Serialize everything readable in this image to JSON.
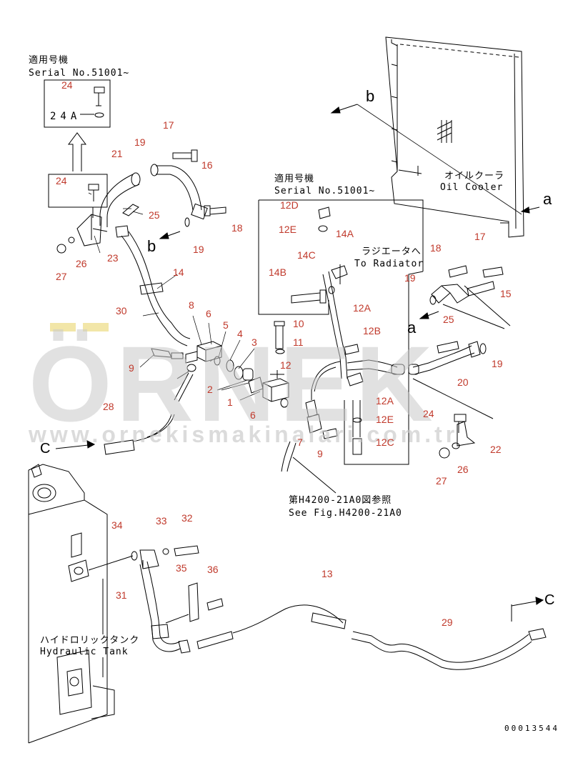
{
  "watermark": {
    "brand": "ÖRNEK",
    "url": "www.ornekismakinalari.com.tr"
  },
  "notes": {
    "applicable_jp": "適用号機",
    "serial": "Serial No.51001~",
    "oil_cooler_jp": "オイルクーラ",
    "oil_cooler": "Oil Cooler",
    "radiator_jp": "ラジエータへ",
    "radiator": "To Radiator",
    "see_fig_jp": "第H4200-21A0図参照",
    "see_fig": "See Fig.H4200-21A0",
    "tank_jp": "ハイドロリックタンク",
    "tank": "Hydraulic Tank",
    "drawing_no": "00013544",
    "inset_24A": "24A"
  },
  "view_markers": {
    "a": "a",
    "b": "b",
    "c": "C"
  },
  "part_labels": {
    "p24_inset": "24",
    "p24_top": "24",
    "p17_left": "17",
    "p19_a": "19",
    "p21": "21",
    "p16": "16",
    "p25_left": "25",
    "p18_left": "18",
    "p19_b": "19",
    "p27_left": "27",
    "p26_left": "26",
    "p23": "23",
    "p14": "14",
    "p30": "30",
    "p8": "8",
    "p6_top": "6",
    "p5": "5",
    "p4": "4",
    "p3": "3",
    "p9_left": "9",
    "p2": "2",
    "p1": "1",
    "p6_bot": "6",
    "p28": "28",
    "p12D": "12D",
    "p12E_top": "12E",
    "p14A": "14A",
    "p14C": "14C",
    "p14B": "14B",
    "p19_c": "19",
    "p10": "10",
    "p11": "11",
    "p12": "12",
    "p12A_top": "12A",
    "p12B": "12B",
    "p12A_bot": "12A",
    "p12E_bot": "12E",
    "p12C": "12C",
    "p7": "7",
    "p9_mid": "9",
    "p18_right": "18",
    "p17_right": "17",
    "p15": "15",
    "p25_right": "25",
    "p19_d": "19",
    "p20": "20",
    "p24_right": "24",
    "p22": "22",
    "p26_right": "26",
    "p27_right": "27",
    "p34": "34",
    "p33": "33",
    "p32": "32",
    "p35": "35",
    "p36": "36",
    "p31": "31",
    "p13": "13",
    "p29": "29"
  }
}
